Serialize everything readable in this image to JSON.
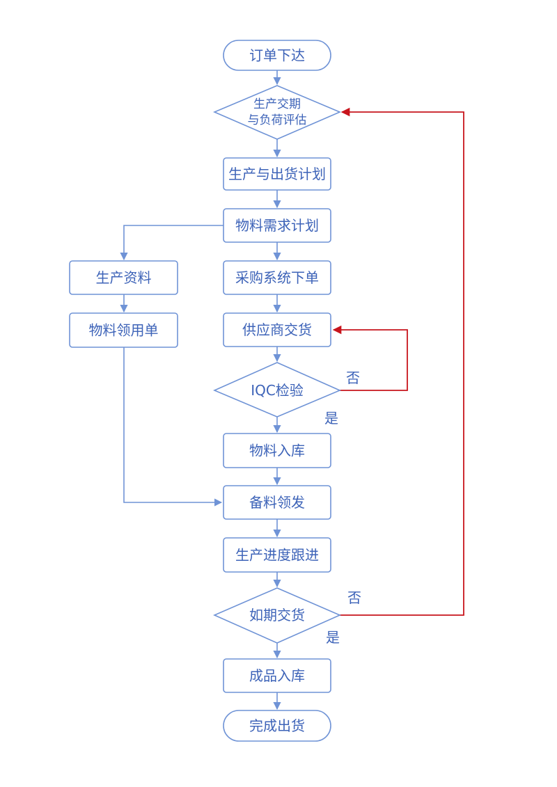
{
  "colors": {
    "node_stroke": "#6f93d6",
    "text": "#3d63b8",
    "feedback_arrow": "#c8141c"
  },
  "nodes": {
    "order_issued": "订单下达",
    "evaluate_line1": "生产交期",
    "evaluate_line2": "与负荷评估",
    "production_shipping_plan": "生产与出货计划",
    "material_requirement_plan": "物料需求计划",
    "production_data": "生产资料",
    "material_requisition": "物料领用单",
    "purchase_order": "采购系统下单",
    "supplier_delivery": "供应商交货",
    "iqc_inspection": "IQC检验",
    "material_warehousing": "物料入库",
    "material_prep_issue": "备料领发",
    "production_tracking": "生产进度跟进",
    "on_time_delivery": "如期交货",
    "finished_goods_warehousing": "成品入库",
    "shipment_complete": "完成出货"
  },
  "edge_labels": {
    "iqc_no": "否",
    "iqc_yes": "是",
    "delivery_no": "否",
    "delivery_yes": "是"
  }
}
